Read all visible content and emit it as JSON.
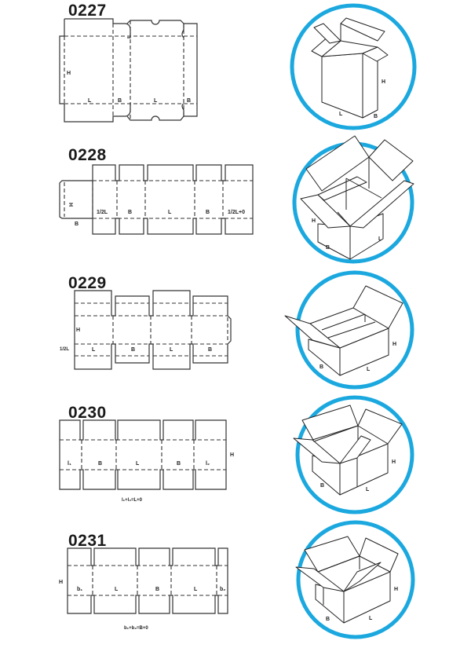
{
  "theme": {
    "ring_color": "#1ba8df",
    "line_color": "#333333"
  },
  "styles": [
    {
      "code": "0227",
      "blank_labels": {
        "h": "H",
        "l1": "L",
        "b1": "B",
        "l2": "L",
        "b2": "B"
      },
      "box_labels": {
        "h": "H",
        "l": "L",
        "b": "B"
      }
    },
    {
      "code": "0228",
      "blank_labels": {
        "h": "H",
        "b_flap": "B",
        "p1": "1/2L",
        "p2": "B",
        "p3": "L",
        "p4": "B",
        "p5": "1/2L+0"
      },
      "box_labels": {
        "h": "H",
        "l": "L",
        "b": "B"
      }
    },
    {
      "code": "0229",
      "blank_labels": {
        "h": "H",
        "half": "1/2L",
        "p1": "L",
        "p2": "B",
        "p3": "L",
        "p4": "B"
      },
      "box_labels": {
        "h": "H",
        "l": "L",
        "b": "B"
      }
    },
    {
      "code": "0230",
      "blank_labels": {
        "h": "H",
        "p1": "l₁",
        "p2": "B",
        "p3": "L",
        "p4": "B",
        "p5": "l₂"
      },
      "formula": "l₁+l₂=L+0",
      "box_labels": {
        "h": "H",
        "l": "L",
        "b": "B"
      }
    },
    {
      "code": "0231",
      "blank_labels": {
        "h": "H",
        "p1": "b₁",
        "p2": "L",
        "p3": "B",
        "p4": "L",
        "p5": "b₂"
      },
      "formula": "b₁+b₂=B+0",
      "box_labels": {
        "h": "H",
        "l": "L",
        "b": "B"
      }
    }
  ]
}
